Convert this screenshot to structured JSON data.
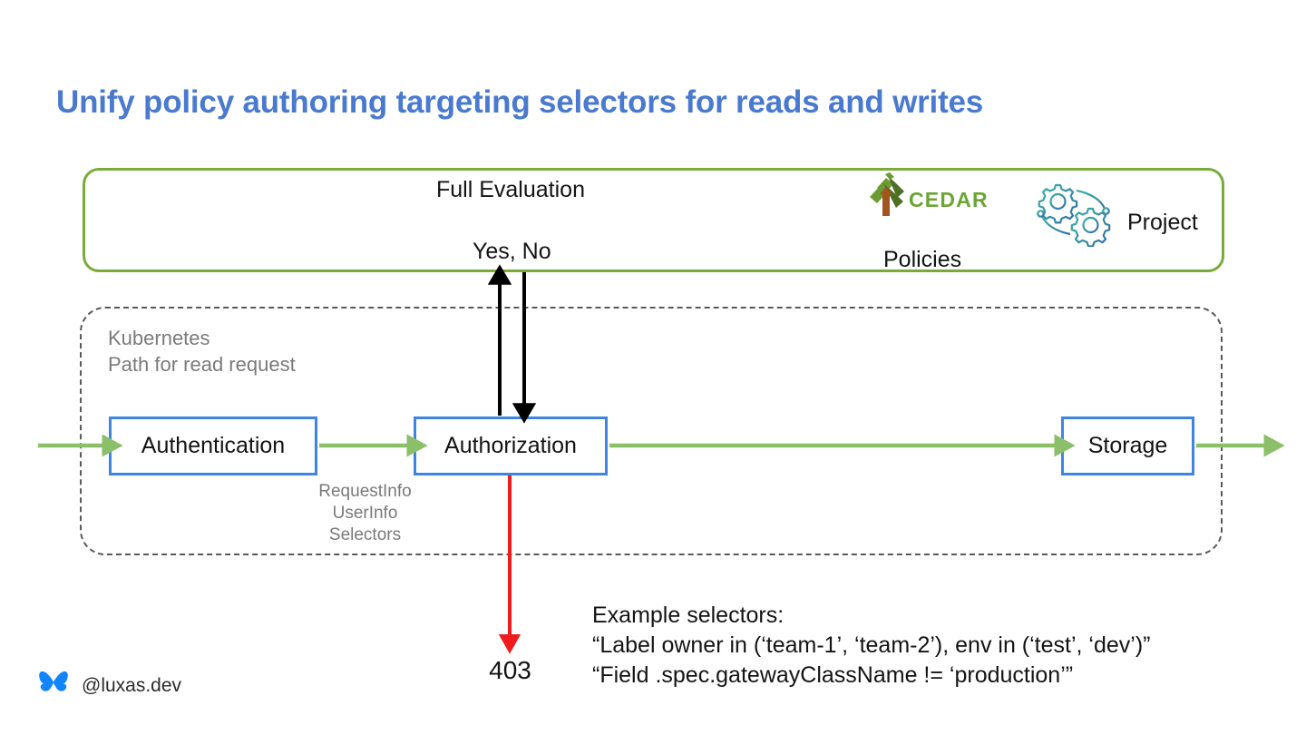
{
  "slide": {
    "title": "Unify policy authoring targeting selectors for reads and writes",
    "title_color": "#4a7ad0",
    "background": "#ffffff"
  },
  "policy_panel": {
    "border_color": "#7aab3a",
    "full_evaluation_label": "Full Evaluation",
    "yes_no_label": "Yes, No",
    "policies_label": "Policies",
    "project_label": "Project",
    "cedar_logo": {
      "icon": "cedar-tree-icon",
      "wordmark": "CEDAR",
      "canopy_color": "#6b9b32",
      "canopy_color_dark": "#4e7024",
      "trunk_color": "#a3541f",
      "wordmark_color": "#6ba534"
    },
    "gears_logo": {
      "icon": "gears-icon",
      "color_start": "#3fb3a4",
      "color_end": "#2f6fa8"
    }
  },
  "k8s_boundary": {
    "label": "Kubernetes\nPath for read request",
    "label_color": "#7a7a7a",
    "border_color": "#595959",
    "border_style": "dashed"
  },
  "components": {
    "border_color": "#3d85e0",
    "boxes": [
      {
        "id": "authentication",
        "label": "Authentication"
      },
      {
        "id": "authorization",
        "label": "Authorization"
      },
      {
        "id": "storage",
        "label": "Storage"
      }
    ]
  },
  "annotations": {
    "selector_payload": "RequestInfo\nUserInfo\nSelectors",
    "deny_code": "403",
    "example_selectors": "Example selectors:\n“Label owner in (‘team-1’, ‘team-2’), env in (‘test’, ‘dev’)”\n“Field .spec.gatewayClassName != ‘production’”"
  },
  "arrows": {
    "request_flow_color": "#8cbf6a",
    "evaluation_color": "#000000",
    "deny_color": "#ee1c1c"
  },
  "footer": {
    "icon": "bluesky-butterfly-icon",
    "icon_color": "#1185fe",
    "handle": "@luxas.dev"
  }
}
